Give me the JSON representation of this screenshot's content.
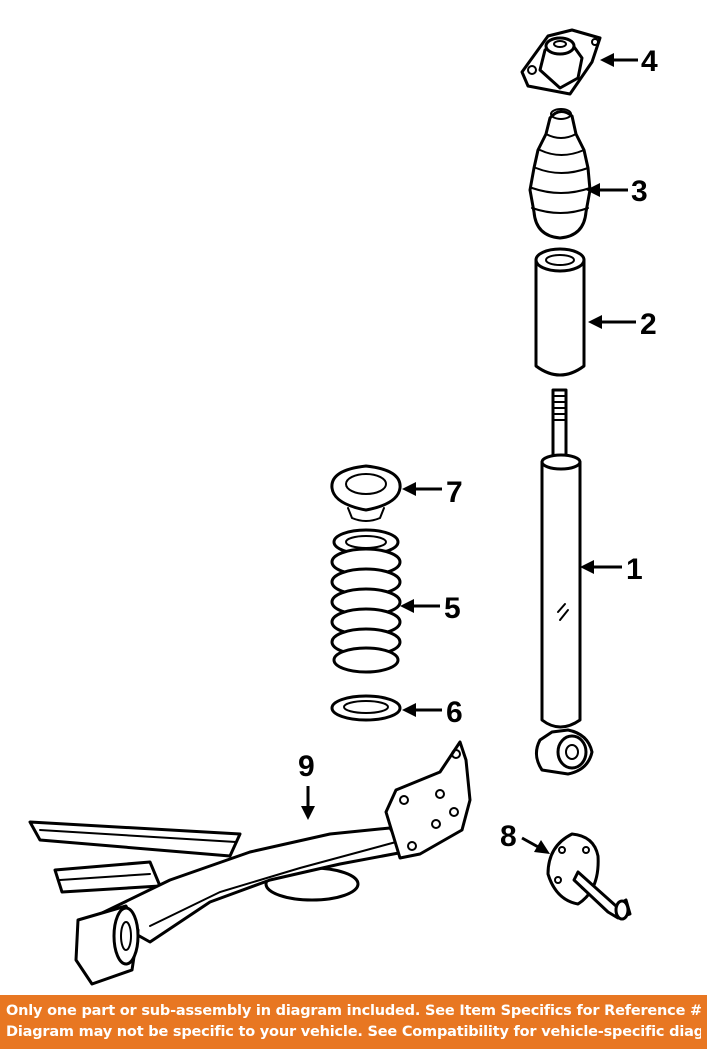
{
  "callouts": {
    "c1": "1",
    "c2": "2",
    "c3": "3",
    "c4": "4",
    "c5": "5",
    "c6": "6",
    "c7": "7",
    "c8": "8",
    "c9": "9"
  },
  "footer": {
    "line1": "Only one part or sub-assembly in diagram included. See Item Specifics for Reference #.",
    "line2": "Diagram may not be specific to your vehicle. See Compatibility for vehicle-specific diagrams."
  },
  "colors": {
    "footer_background": "#e87722",
    "footer_text": "#ffffff",
    "line_art": "#000000"
  }
}
